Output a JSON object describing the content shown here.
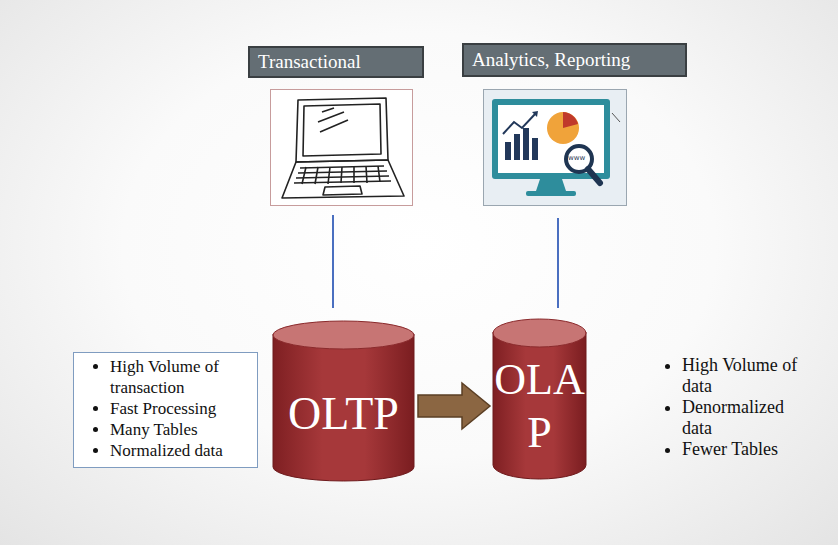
{
  "diagram": {
    "nodes": [
      {
        "text": [
          "Transactional"
        ]
      },
      {
        "text": [
          "Analytics, Reporting"
        ]
      },
      {
        "text": [
          "High Volume of transaction",
          "Fast Processing",
          "Many Tables",
          "Normalized data"
        ]
      },
      {
        "text": [
          "OLTP"
        ]
      },
      {
        "text": [
          "OLA P"
        ]
      }
    ],
    "edges": [
      {
        "from": 3,
        "to": 4,
        "arrow": "to"
      }
    ],
    "labels": [
      "High Volume of data",
      "Denormalized data",
      "Fewer Tables",
      "www"
    ]
  }
}
